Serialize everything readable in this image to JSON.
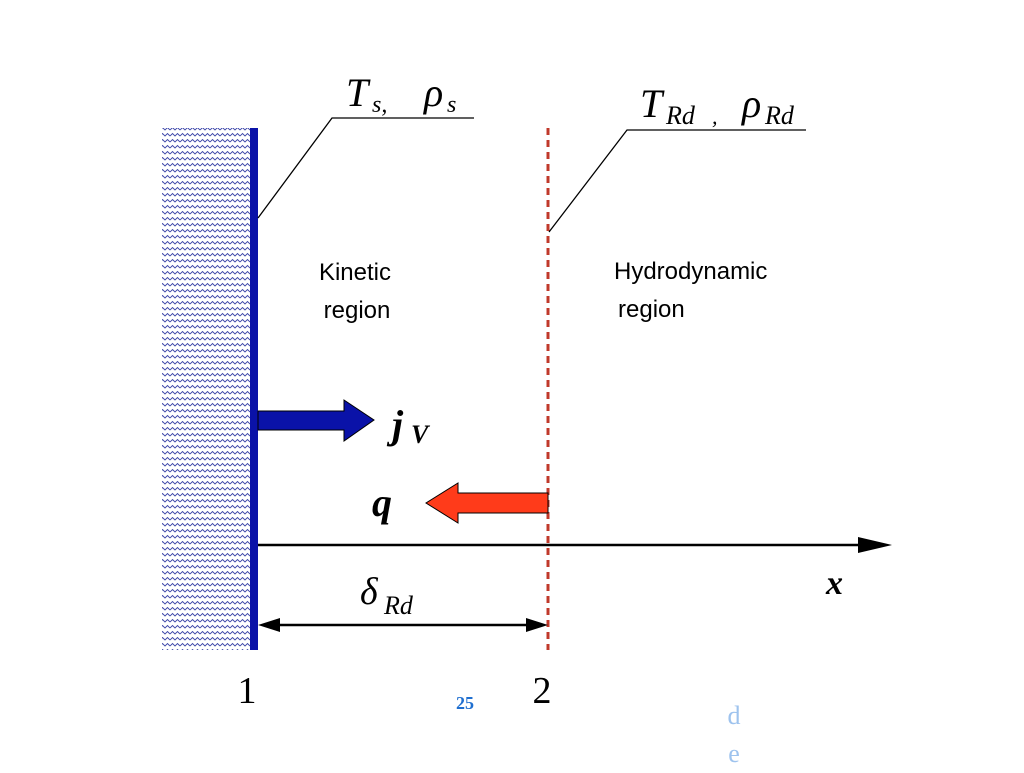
{
  "labels": {
    "surface_T": "T",
    "surface_T_sub": "s,",
    "surface_rho": "ρ",
    "surface_rho_sub": "s",
    "rd_T": "T",
    "rd_T_sub": "Rd",
    "rd_comma": ",",
    "rd_rho": "ρ",
    "rd_rho_sub": "Rd",
    "kinetic_line1": "Kinetic",
    "kinetic_line2": "region",
    "hydro_line1": "Hydrodynamic",
    "hydro_line2": "region",
    "flux_j": "j",
    "flux_j_sub": "V",
    "flux_q": "q",
    "delta": "δ",
    "delta_sub": "Rd",
    "axis_x": "x",
    "boundary_1": "1",
    "boundary_2": "2",
    "page_number": "25",
    "stray_d": "d",
    "stray_e": "e"
  },
  "colors": {
    "wall_fill": "#b9bfe0",
    "wall_line": "#1a2396",
    "surface": "#0a12a8",
    "jv_arrow": "#0a12a8",
    "q_arrow": "#ff3b1a",
    "rd_boundary": "#c0392b",
    "page_number": "#1f6fd0",
    "stray_text": "#9ec3ee"
  }
}
